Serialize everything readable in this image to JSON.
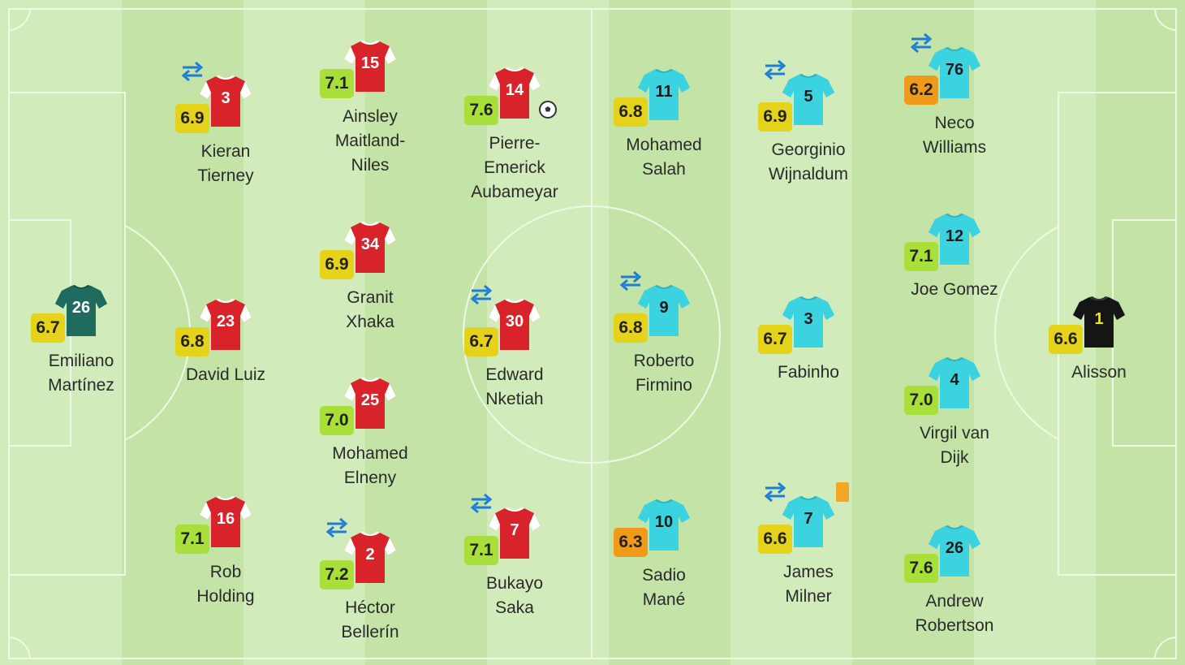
{
  "colors": {
    "pitch_light": "#d2ebbb",
    "pitch_dark": "#c4e4a7",
    "lines": "#eef8e4",
    "arsenal_shirt": "#d8232a",
    "arsenal_gk": "#1f6b5e",
    "liverpool_shirt": "#3cd3e0",
    "liverpool_gk": "#151515",
    "rating_yellow": "#e5d21a",
    "rating_green": "#a8df3b",
    "rating_orange": "#f09a1a",
    "substitution_icon": "#1e7ed6",
    "yellow_card": "#f5a623"
  },
  "home_team": {
    "players": [
      {
        "number": "26",
        "name": "Emiliano\nMartínez",
        "rating": "6.7",
        "rating_color": "yellow",
        "kit": "gk",
        "subbed": false,
        "goal": false,
        "card": false
      },
      {
        "number": "3",
        "name": "Kieran\nTierney",
        "rating": "6.9",
        "rating_color": "yellow",
        "kit": "outfield",
        "subbed": true,
        "goal": false,
        "card": false
      },
      {
        "number": "23",
        "name": "David Luiz",
        "rating": "6.8",
        "rating_color": "yellow",
        "kit": "outfield",
        "subbed": false,
        "goal": false,
        "card": false
      },
      {
        "number": "16",
        "name": "Rob\nHolding",
        "rating": "7.1",
        "rating_color": "green",
        "kit": "outfield",
        "subbed": false,
        "goal": false,
        "card": false
      },
      {
        "number": "15",
        "name": "Ainsley\nMaitland-\nNiles",
        "rating": "7.1",
        "rating_color": "green",
        "kit": "outfield",
        "subbed": false,
        "goal": false,
        "card": false
      },
      {
        "number": "34",
        "name": "Granit\nXhaka",
        "rating": "6.9",
        "rating_color": "yellow",
        "kit": "outfield",
        "subbed": false,
        "goal": false,
        "card": false
      },
      {
        "number": "25",
        "name": "Mohamed\nElneny",
        "rating": "7.0",
        "rating_color": "green",
        "kit": "outfield",
        "subbed": false,
        "goal": false,
        "card": false
      },
      {
        "number": "2",
        "name": "Héctor\nBellerín",
        "rating": "7.2",
        "rating_color": "green",
        "kit": "outfield",
        "subbed": true,
        "goal": false,
        "card": false
      },
      {
        "number": "14",
        "name": "Pierre-\nEmerick\nAubameyar",
        "rating": "7.6",
        "rating_color": "green",
        "kit": "outfield",
        "subbed": false,
        "goal": true,
        "card": false
      },
      {
        "number": "30",
        "name": "Edward\nNketiah",
        "rating": "6.7",
        "rating_color": "yellow",
        "kit": "outfield",
        "subbed": true,
        "goal": false,
        "card": false
      },
      {
        "number": "7",
        "name": "Bukayo\nSaka",
        "rating": "7.1",
        "rating_color": "green",
        "kit": "outfield",
        "subbed": true,
        "goal": false,
        "card": false
      }
    ]
  },
  "away_team": {
    "players": [
      {
        "number": "11",
        "name": "Mohamed\nSalah",
        "rating": "6.8",
        "rating_color": "yellow",
        "kit": "outfield",
        "subbed": false,
        "goal": false,
        "card": false
      },
      {
        "number": "9",
        "name": "Roberto\nFirmino",
        "rating": "6.8",
        "rating_color": "yellow",
        "kit": "outfield",
        "subbed": true,
        "goal": false,
        "card": false
      },
      {
        "number": "10",
        "name": "Sadio\nMané",
        "rating": "6.3",
        "rating_color": "orange",
        "kit": "outfield",
        "subbed": false,
        "goal": false,
        "card": false
      },
      {
        "number": "5",
        "name": "Georginio\nWijnaldum",
        "rating": "6.9",
        "rating_color": "yellow",
        "kit": "outfield",
        "subbed": true,
        "goal": false,
        "card": false
      },
      {
        "number": "3",
        "name": "Fabinho",
        "rating": "6.7",
        "rating_color": "yellow",
        "kit": "outfield",
        "subbed": false,
        "goal": false,
        "card": false
      },
      {
        "number": "7",
        "name": "James\nMilner",
        "rating": "6.6",
        "rating_color": "yellow",
        "kit": "outfield",
        "subbed": true,
        "goal": false,
        "card": true
      },
      {
        "number": "76",
        "name": "Neco\nWilliams",
        "rating": "6.2",
        "rating_color": "orange",
        "kit": "outfield",
        "subbed": true,
        "goal": false,
        "card": false
      },
      {
        "number": "12",
        "name": "Joe Gomez",
        "rating": "7.1",
        "rating_color": "green",
        "kit": "outfield",
        "subbed": false,
        "goal": false,
        "card": false
      },
      {
        "number": "4",
        "name": "Virgil van\nDijk",
        "rating": "7.0",
        "rating_color": "green",
        "kit": "outfield",
        "subbed": false,
        "goal": false,
        "card": false
      },
      {
        "number": "26",
        "name": "Andrew\nRobertson",
        "rating": "7.6",
        "rating_color": "green",
        "kit": "outfield",
        "subbed": false,
        "goal": false,
        "card": false
      },
      {
        "number": "1",
        "name": "Alisson",
        "rating": "6.6",
        "rating_color": "yellow",
        "kit": "gk",
        "subbed": false,
        "goal": false,
        "card": false
      }
    ]
  }
}
